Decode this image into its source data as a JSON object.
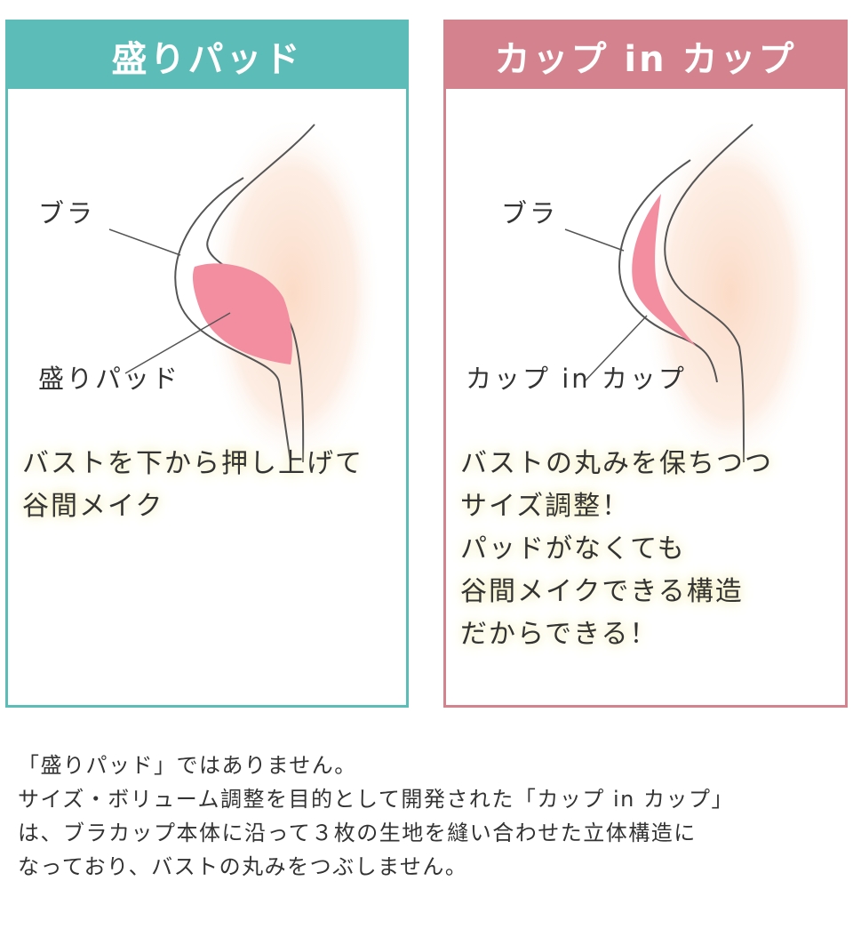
{
  "left_panel": {
    "title": "盛りパッド",
    "label_bra": "ブラ",
    "label_pad": "盛りパッド",
    "description": [
      "バストを下から押し上げて",
      "谷間メイク"
    ]
  },
  "right_panel": {
    "title": "カップ in カップ",
    "label_bra": "ブラ",
    "label_pad": "カップ in カップ",
    "description": [
      "バストの丸みを保ちつつ",
      "サイズ調整！",
      "パッドがなくても",
      "谷間メイクできる構造",
      "だからできる！"
    ]
  },
  "footer": [
    "「盛りパッド」ではありません。",
    "サイズ・ボリューム調整を目的として開発された「カップ in カップ」",
    "は、ブラカップ本体に沿って３枚の生地を縫い合わせた立体構造に",
    "なっており、バストの丸みをつぶしません。"
  ],
  "colors": {
    "teal": "#5bbcb8",
    "rose": "#d4838e",
    "pad_pink": "#f38ea1",
    "skin": "#fbe3d4",
    "highlight": "#f3eeb8"
  }
}
